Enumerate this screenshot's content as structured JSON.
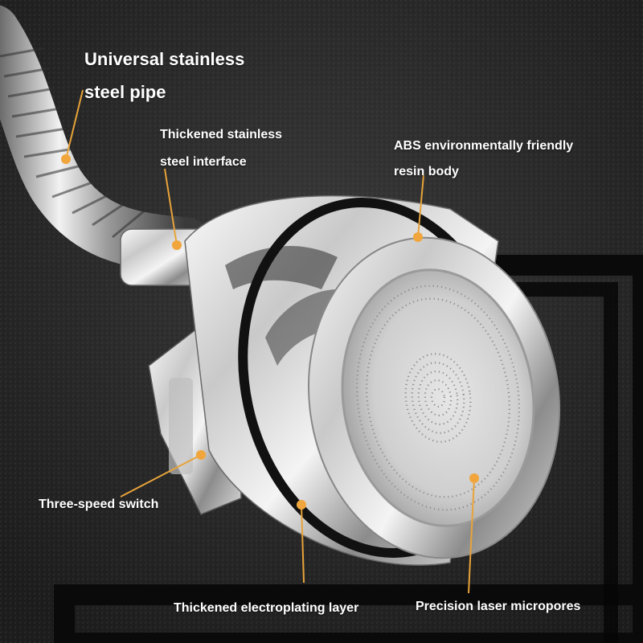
{
  "colors": {
    "background": "#2a2a2a",
    "leader_line": "#e8a33a",
    "text": "#ffffff"
  },
  "labels": {
    "pipe": {
      "line1": "Universal stainless",
      "line2": "steel pipe"
    },
    "interface": {
      "line1": "Thickened stainless",
      "line2": "steel interface"
    },
    "body": {
      "line1": "ABS environmentally friendly",
      "line2": "resin body"
    },
    "switch": "Three-speed switch",
    "plating": "Thickened electroplating layer",
    "micropores": "Precision laser micropores"
  }
}
